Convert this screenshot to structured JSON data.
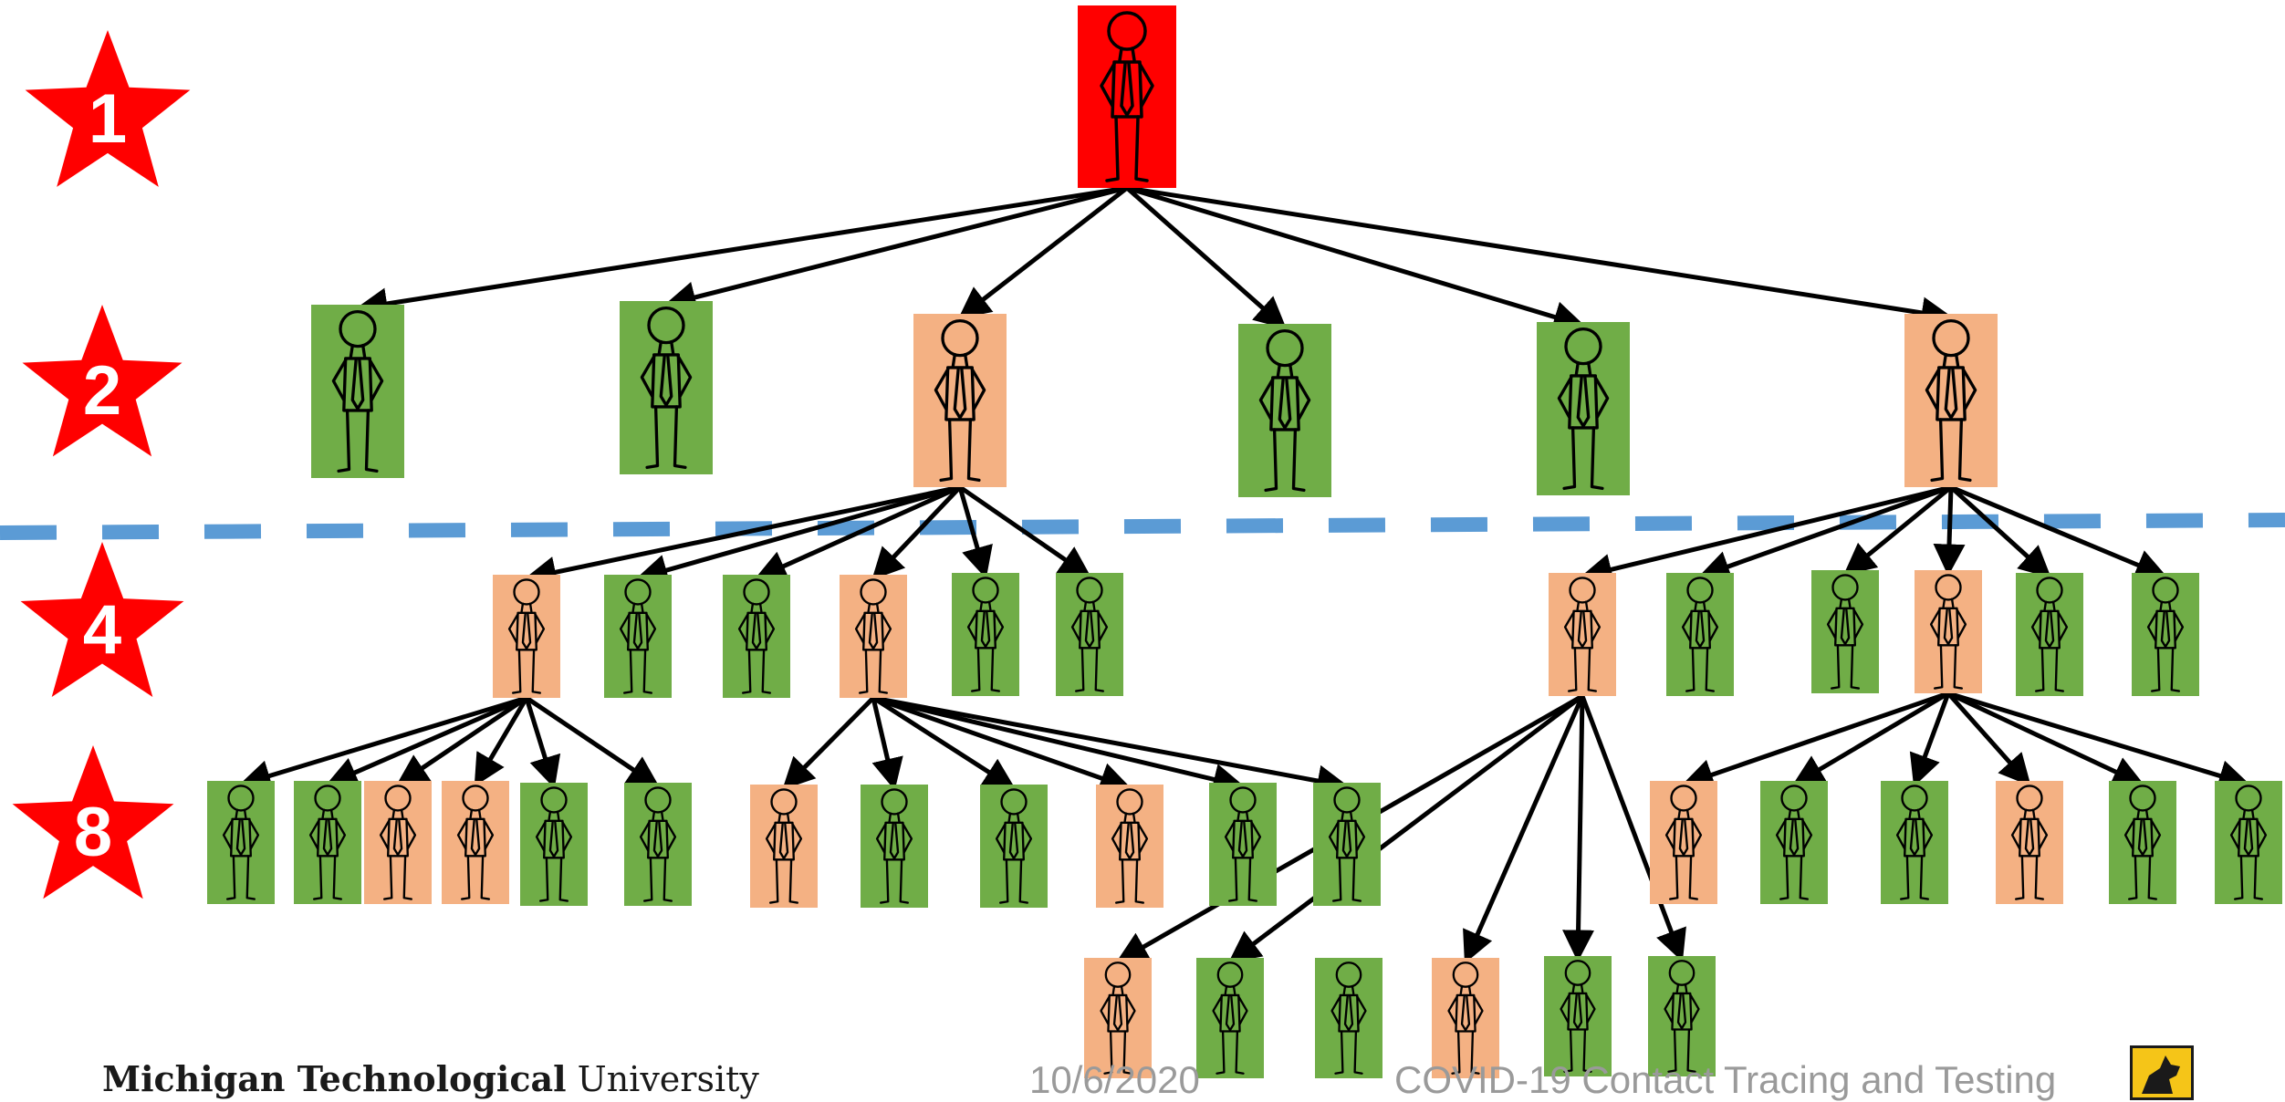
{
  "generation_labels": [
    "1",
    "2",
    "4",
    "8"
  ],
  "footer": {
    "brand_bold": "Michigan Technological",
    "brand_regular": "University",
    "date": "10/6/2020",
    "title": "COVID-19 Contact Tracing and Testing"
  },
  "colors": {
    "index_case": "#ff0000",
    "infected": "#f4b183",
    "not_infected": "#70ad47",
    "star": "#ff0000",
    "divider": "#5b9bd5",
    "arrow": "#000000"
  },
  "icons": {
    "person": "stick-figure-icon",
    "star": "star-icon",
    "logo": "husky-logo-icon"
  },
  "legend_status": [
    "index",
    "infected",
    "not-infected"
  ]
}
